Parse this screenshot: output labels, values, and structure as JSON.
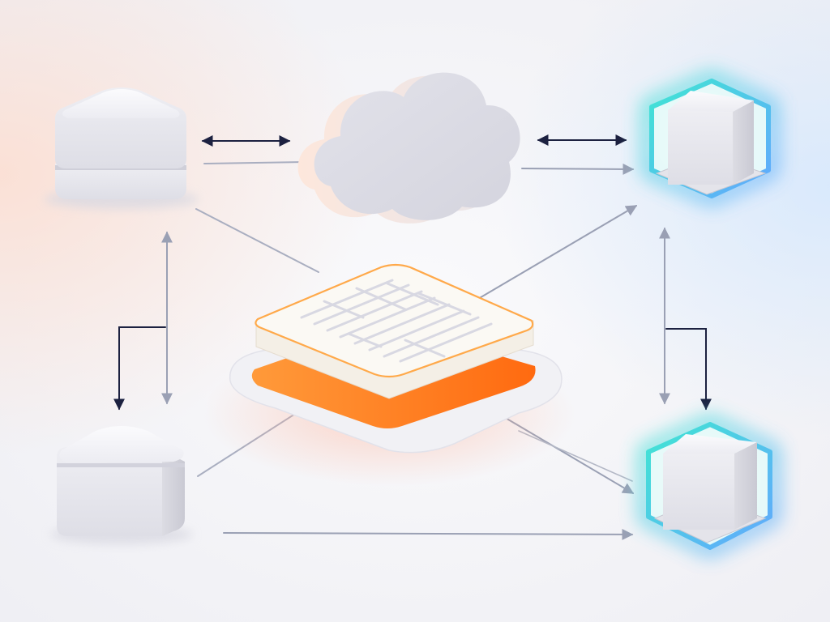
{
  "diagram": {
    "type": "architecture-network",
    "labels": [],
    "nodes": [
      {
        "id": "node-top-left",
        "kind": "server-block",
        "style": "plain"
      },
      {
        "id": "node-bottom-left",
        "kind": "server-block",
        "style": "plain"
      },
      {
        "id": "node-top-right",
        "kind": "cube",
        "style": "glowing"
      },
      {
        "id": "node-bottom-right",
        "kind": "cube",
        "style": "glowing"
      },
      {
        "id": "cloud",
        "kind": "cloud",
        "style": "plain"
      },
      {
        "id": "central-chip",
        "kind": "layered-processor",
        "style": "accent"
      }
    ],
    "edges": [
      {
        "from": "node-top-left",
        "to": "cloud",
        "direction": "both"
      },
      {
        "from": "cloud",
        "to": "node-top-right",
        "direction": "both"
      },
      {
        "from": "node-top-left",
        "to": "node-bottom-left",
        "direction": "both"
      },
      {
        "from": "node-top-right",
        "to": "node-bottom-right",
        "direction": "both"
      },
      {
        "from": "node-top-left",
        "to": "central-chip",
        "direction": "forward"
      },
      {
        "from": "node-bottom-left",
        "to": "central-chip",
        "direction": "forward"
      },
      {
        "from": "central-chip",
        "to": "node-top-right",
        "direction": "forward"
      },
      {
        "from": "central-chip",
        "to": "node-bottom-right",
        "direction": "forward"
      },
      {
        "from": "node-bottom-left",
        "to": "node-bottom-right",
        "direction": "forward"
      },
      {
        "from": "cloud",
        "to": "node-top-right",
        "direction": "forward"
      }
    ]
  },
  "colors": {
    "background": "#f3f3f6",
    "node_face": "#ececf1",
    "node_top": "#f7f7fa",
    "node_side": "#dcdce4",
    "glow_cyan": "#36e3d6",
    "glow_blue": "#62a8ff",
    "chip_orange": "#ff7a1a",
    "chip_top": "#fbf9f4",
    "connector": "#9aa0b4",
    "arrow_dark": "#1c2140"
  }
}
